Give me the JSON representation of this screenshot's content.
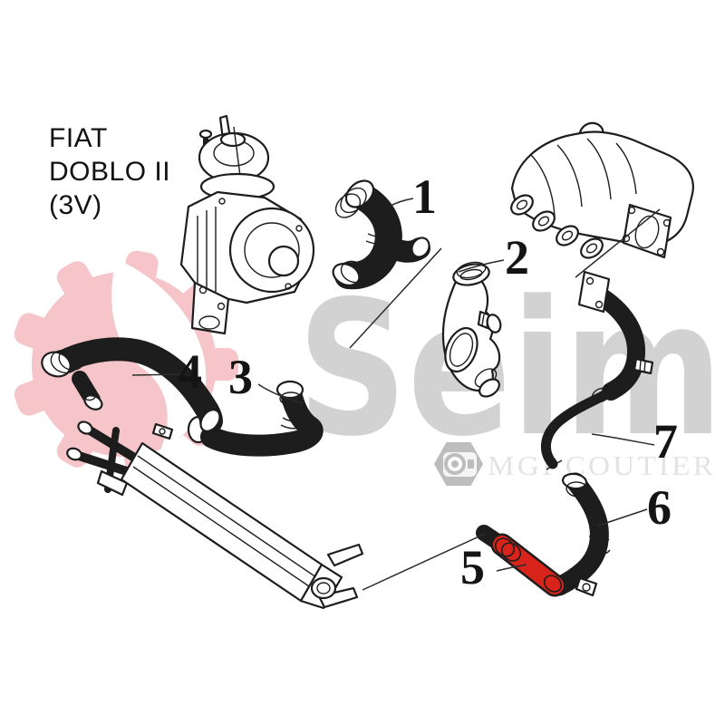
{
  "title": {
    "line1": "FIAT",
    "line2": "DOBLO II",
    "line3": "(3V)"
  },
  "brand": {
    "watermark_text": "Seim",
    "partner_text": "MGI COUTIER",
    "partner_icon": "hexagon-emblem-icon",
    "logo_icon": "gear-flame-logo"
  },
  "parts": [
    {
      "label": "1"
    },
    {
      "label": "2"
    },
    {
      "label": "3"
    },
    {
      "label": "4"
    },
    {
      "label": "5"
    },
    {
      "label": "6"
    },
    {
      "label": "7"
    }
  ],
  "highlighted_part": "5",
  "colors": {
    "gear-pink": "#f6c5c9",
    "watermark-gray": "#d2d2d2",
    "partner-gray": "#e3e3e3",
    "emblem-gray": "#bdbdbd",
    "line-ink": "#1d1d1d",
    "part-red": "#d8241a",
    "label-black": "#141414"
  }
}
